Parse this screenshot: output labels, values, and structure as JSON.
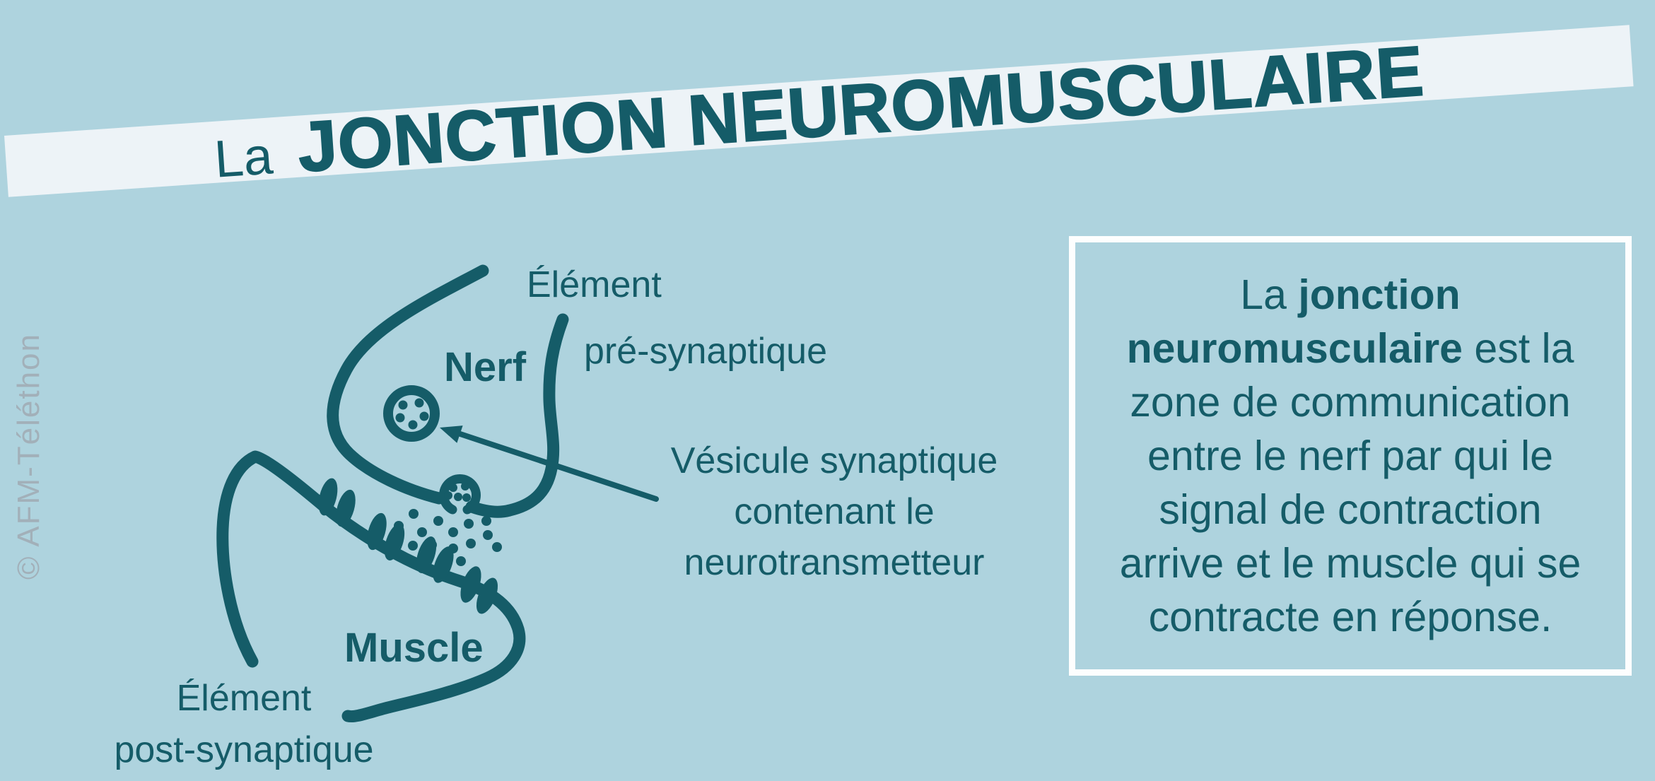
{
  "colors": {
    "background": "#aed3de",
    "banner": "#edf3f7",
    "ink": "#155c68",
    "watermark": "#a2b0b9",
    "box_border": "#fdfefe"
  },
  "banner": {
    "title_prefix": "La ",
    "title_main": "JONCTION NEUROMUSCULAIRE"
  },
  "watermark": {
    "text": "© AFM-Téléthon"
  },
  "diagram": {
    "labels": {
      "presynaptic_line1": "Élément",
      "presynaptic_line2": "pré-synaptique",
      "nerve": "Nerf",
      "vesicle_line1": "Vésicule synaptique",
      "vesicle_line2": "contenant le",
      "vesicle_line3": "neurotransmetteur",
      "muscle": "Muscle",
      "postsynaptic_line1": "Élément",
      "postsynaptic_line2": "post-synaptique"
    }
  },
  "infobox": {
    "lines": [
      [
        {
          "t": "La ",
          "b": false
        },
        {
          "t": "jonction",
          "b": true
        }
      ],
      [
        {
          "t": "neuromusculaire",
          "b": true
        },
        {
          "t": " est la",
          "b": false
        }
      ],
      [
        {
          "t": "zone de communication",
          "b": false
        }
      ],
      [
        {
          "t": "entre le nerf par qui le",
          "b": false
        }
      ],
      [
        {
          "t": "signal de contraction",
          "b": false
        }
      ],
      [
        {
          "t": "arrive et le muscle qui se",
          "b": false
        }
      ],
      [
        {
          "t": "contracte en réponse.",
          "b": false
        }
      ]
    ]
  }
}
